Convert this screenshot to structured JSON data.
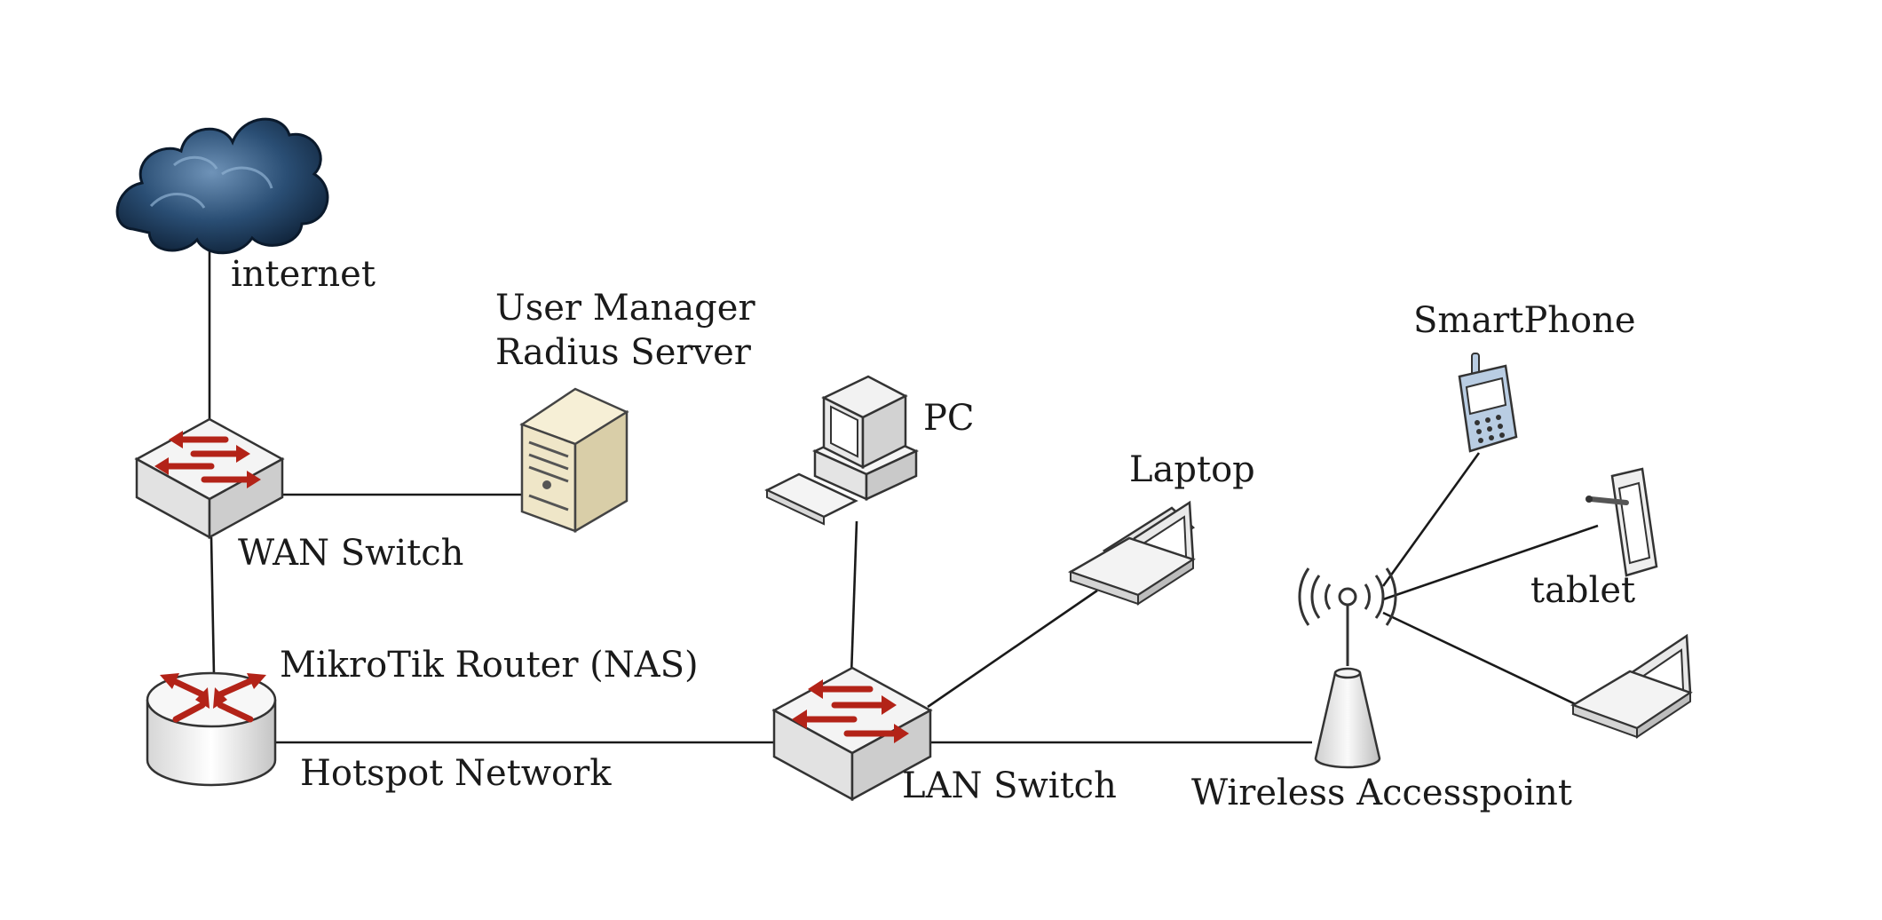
{
  "labels": {
    "internet": "internet",
    "user_manager": "User Manager",
    "radius_server": "Radius Server",
    "wan_switch": "WAN Switch",
    "router": "MikroTik Router (NAS)",
    "hotspot_network": "Hotspot Network",
    "pc": "PC",
    "laptop": "Laptop",
    "lan_switch": "LAN Switch",
    "smartphone": "SmartPhone",
    "tablet": "tablet",
    "wireless_ap": "Wireless Accesspoint"
  },
  "icons": {
    "cloud": "cloud-icon",
    "switch": "network-switch-icon",
    "router": "router-icon",
    "server": "server-icon",
    "pc": "desktop-pc-icon",
    "laptop": "laptop-icon",
    "access_point": "wireless-access-point-icon",
    "smartphone": "mobile-phone-icon",
    "tablet": "tablet-icon"
  },
  "colors": {
    "arrows": "#b32318",
    "cloud": "#2a4e74",
    "phone_body": "#b9cde3",
    "server_body": "#efe6c8",
    "device_body": "#f2f2f2",
    "lines": "#1a1a1a"
  }
}
